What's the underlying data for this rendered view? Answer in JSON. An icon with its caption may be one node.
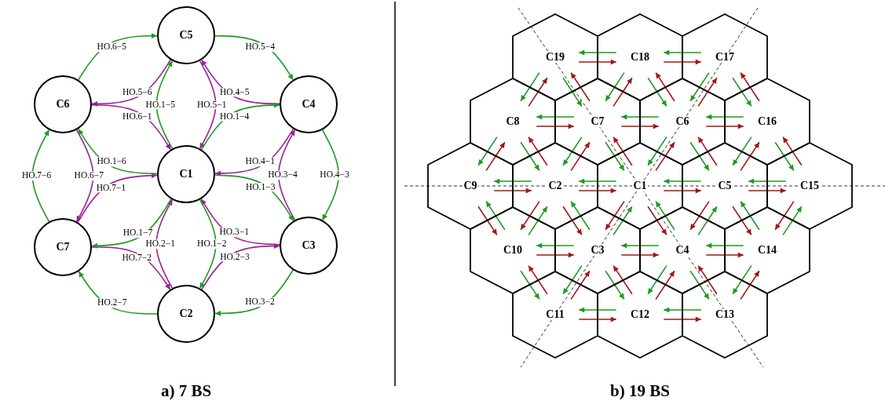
{
  "diagram": {
    "nodes": [
      {
        "text": [
          "C5"
        ]
      },
      {
        "text": [
          "C6"
        ]
      },
      {
        "text": [
          "C4"
        ]
      },
      {
        "text": [
          "C1"
        ]
      },
      {
        "text": [
          "C7"
        ]
      },
      {
        "text": [
          "C3"
        ]
      },
      {
        "text": [
          "C2"
        ]
      },
      {
        "text": [
          "C19"
        ]
      },
      {
        "text": [
          "C18"
        ]
      },
      {
        "text": [
          "C17"
        ]
      },
      {
        "text": [
          "C8"
        ]
      },
      {
        "text": [
          "C7"
        ]
      },
      {
        "text": [
          "C6"
        ]
      },
      {
        "text": [
          "C16"
        ]
      },
      {
        "text": [
          "C9"
        ]
      },
      {
        "text": [
          "C2"
        ]
      },
      {
        "text": [
          "C1"
        ]
      },
      {
        "text": [
          "C5"
        ]
      },
      {
        "text": [
          "C15"
        ]
      },
      {
        "text": [
          "C10"
        ]
      },
      {
        "text": [
          "C3"
        ]
      },
      {
        "text": [
          "C4"
        ]
      },
      {
        "text": [
          "C14"
        ]
      },
      {
        "text": [
          "C11"
        ]
      },
      {
        "text": [
          "C12"
        ]
      },
      {
        "text": [
          "C13"
        ]
      }
    ],
    "edges": [
      {
        "from": 1,
        "to": 0,
        "arrow": "to",
        "label": "HO.6−5",
        "color": "#1f9a1f"
      },
      {
        "from": 0,
        "to": 2,
        "arrow": "to",
        "label": "HO.5−4",
        "color": "#1f9a1f"
      },
      {
        "from": 2,
        "to": 5,
        "arrow": "to",
        "label": "HO.4−3",
        "color": "#1f9a1f"
      },
      {
        "from": 5,
        "to": 6,
        "arrow": "to",
        "label": "HO.3−2",
        "color": "#1f9a1f"
      },
      {
        "from": 6,
        "to": 4,
        "arrow": "to",
        "label": "HO.2−7",
        "color": "#1f9a1f"
      },
      {
        "from": 4,
        "to": 1,
        "arrow": "to",
        "label": "HO.7−6",
        "color": "#1f9a1f"
      },
      {
        "from": 0,
        "to": 1,
        "arrow": "to",
        "label": "HO.5−6",
        "color": "#9b1f9b"
      },
      {
        "from": 2,
        "to": 0,
        "arrow": "to",
        "label": "HO.4−5",
        "color": "#9b1f9b"
      },
      {
        "from": 5,
        "to": 2,
        "arrow": "to",
        "label": "HO.3−4",
        "color": "#9b1f9b"
      },
      {
        "from": 6,
        "to": 5,
        "arrow": "to",
        "label": "HO.2−3",
        "color": "#9b1f9b"
      },
      {
        "from": 4,
        "to": 6,
        "arrow": "to",
        "label": "HO.7−2",
        "color": "#9b1f9b"
      },
      {
        "from": 1,
        "to": 4,
        "arrow": "to",
        "label": "HO.6−7",
        "color": "#9b1f9b"
      },
      {
        "from": 3,
        "to": 0,
        "arrow": "to",
        "label": "HO.1−5",
        "color": "#1f9a1f"
      },
      {
        "from": 0,
        "to": 3,
        "arrow": "to",
        "label": "HO.5−1",
        "color": "#9b1f9b"
      },
      {
        "from": 3,
        "to": 2,
        "arrow": "to",
        "label": "HO.1−4",
        "color": "#1f9a1f"
      },
      {
        "from": 2,
        "to": 3,
        "arrow": "to",
        "label": "HO.4−1",
        "color": "#9b1f9b"
      },
      {
        "from": 3,
        "to": 5,
        "arrow": "to",
        "label": "HO.1−3",
        "color": "#1f9a1f"
      },
      {
        "from": 5,
        "to": 3,
        "arrow": "to",
        "label": "HO.3−1",
        "color": "#9b1f9b"
      },
      {
        "from": 3,
        "to": 6,
        "arrow": "to",
        "label": "HO.1−2",
        "color": "#1f9a1f"
      },
      {
        "from": 6,
        "to": 3,
        "arrow": "to",
        "label": "HO.2−1",
        "color": "#9b1f9b"
      },
      {
        "from": 3,
        "to": 4,
        "arrow": "to",
        "label": "HO.1−7",
        "color": "#1f9a1f"
      },
      {
        "from": 4,
        "to": 3,
        "arrow": "to",
        "label": "HO.7−1",
        "color": "#9b1f9b"
      },
      {
        "from": 3,
        "to": 1,
        "arrow": "to",
        "label": "HO.1−6",
        "color": "#1f9a1f"
      },
      {
        "from": 1,
        "to": 3,
        "arrow": "to",
        "label": "HO.6−1",
        "color": "#9b1f9b"
      },
      {
        "from": 8,
        "to": 7,
        "arrow": "to",
        "color": "#1f9a1f"
      },
      {
        "from": 7,
        "to": 8,
        "arrow": "to",
        "color": "#a01818"
      },
      {
        "from": 9,
        "to": 8,
        "arrow": "to",
        "color": "#1f9a1f"
      },
      {
        "from": 8,
        "to": 9,
        "arrow": "to",
        "color": "#a01818"
      },
      {
        "from": 11,
        "to": 10,
        "arrow": "to",
        "color": "#1f9a1f"
      },
      {
        "from": 10,
        "to": 11,
        "arrow": "to",
        "color": "#a01818"
      },
      {
        "from": 12,
        "to": 11,
        "arrow": "to",
        "color": "#1f9a1f"
      },
      {
        "from": 11,
        "to": 12,
        "arrow": "to",
        "color": "#a01818"
      },
      {
        "from": 13,
        "to": 12,
        "arrow": "to",
        "color": "#1f9a1f"
      },
      {
        "from": 12,
        "to": 13,
        "arrow": "to",
        "color": "#a01818"
      },
      {
        "from": 15,
        "to": 14,
        "arrow": "to",
        "color": "#1f9a1f"
      },
      {
        "from": 14,
        "to": 15,
        "arrow": "to",
        "color": "#a01818"
      },
      {
        "from": 16,
        "to": 15,
        "arrow": "to",
        "color": "#1f9a1f"
      },
      {
        "from": 15,
        "to": 16,
        "arrow": "to",
        "color": "#a01818"
      },
      {
        "from": 17,
        "to": 16,
        "arrow": "to",
        "color": "#1f9a1f"
      },
      {
        "from": 16,
        "to": 17,
        "arrow": "to",
        "color": "#a01818"
      },
      {
        "from": 18,
        "to": 17,
        "arrow": "to",
        "color": "#1f9a1f"
      },
      {
        "from": 17,
        "to": 18,
        "arrow": "to",
        "color": "#a01818"
      },
      {
        "from": 20,
        "to": 19,
        "arrow": "to",
        "color": "#1f9a1f"
      },
      {
        "from": 19,
        "to": 20,
        "arrow": "to",
        "color": "#a01818"
      },
      {
        "from": 21,
        "to": 20,
        "arrow": "to",
        "color": "#1f9a1f"
      },
      {
        "from": 20,
        "to": 21,
        "arrow": "to",
        "color": "#a01818"
      },
      {
        "from": 22,
        "to": 21,
        "arrow": "to",
        "color": "#1f9a1f"
      },
      {
        "from": 21,
        "to": 22,
        "arrow": "to",
        "color": "#a01818"
      },
      {
        "from": 24,
        "to": 23,
        "arrow": "to",
        "color": "#1f9a1f"
      },
      {
        "from": 23,
        "to": 24,
        "arrow": "to",
        "color": "#a01818"
      },
      {
        "from": 25,
        "to": 24,
        "arrow": "to",
        "color": "#1f9a1f"
      },
      {
        "from": 24,
        "to": 25,
        "arrow": "to",
        "color": "#a01818"
      },
      {
        "from": 7,
        "to": 10,
        "arrow": "to",
        "color": "#1f9a1f"
      },
      {
        "from": 10,
        "to": 7,
        "arrow": "to",
        "color": "#a01818"
      },
      {
        "from": 7,
        "to": 11,
        "arrow": "to",
        "color": "#1f9a1f"
      },
      {
        "from": 11,
        "to": 7,
        "arrow": "to",
        "color": "#a01818"
      },
      {
        "from": 8,
        "to": 11,
        "arrow": "to",
        "color": "#1f9a1f"
      },
      {
        "from": 11,
        "to": 8,
        "arrow": "to",
        "color": "#a01818"
      },
      {
        "from": 8,
        "to": 12,
        "arrow": "to",
        "color": "#1f9a1f"
      },
      {
        "from": 12,
        "to": 8,
        "arrow": "to",
        "color": "#a01818"
      },
      {
        "from": 9,
        "to": 12,
        "arrow": "to",
        "color": "#1f9a1f"
      },
      {
        "from": 12,
        "to": 9,
        "arrow": "to",
        "color": "#a01818"
      },
      {
        "from": 9,
        "to": 13,
        "arrow": "to",
        "color": "#1f9a1f"
      },
      {
        "from": 13,
        "to": 9,
        "arrow": "to",
        "color": "#a01818"
      },
      {
        "from": 10,
        "to": 14,
        "arrow": "to",
        "color": "#1f9a1f"
      },
      {
        "from": 14,
        "to": 10,
        "arrow": "to",
        "color": "#a01818"
      },
      {
        "from": 10,
        "to": 15,
        "arrow": "to",
        "color": "#1f9a1f"
      },
      {
        "from": 15,
        "to": 10,
        "arrow": "to",
        "color": "#a01818"
      },
      {
        "from": 11,
        "to": 15,
        "arrow": "to",
        "color": "#1f9a1f"
      },
      {
        "from": 15,
        "to": 11,
        "arrow": "to",
        "color": "#a01818"
      },
      {
        "from": 11,
        "to": 16,
        "arrow": "to",
        "color": "#1f9a1f"
      },
      {
        "from": 16,
        "to": 11,
        "arrow": "to",
        "color": "#a01818"
      },
      {
        "from": 12,
        "to": 16,
        "arrow": "to",
        "color": "#1f9a1f"
      },
      {
        "from": 16,
        "to": 12,
        "arrow": "to",
        "color": "#a01818"
      },
      {
        "from": 12,
        "to": 17,
        "arrow": "to",
        "color": "#1f9a1f"
      },
      {
        "from": 17,
        "to": 12,
        "arrow": "to",
        "color": "#a01818"
      },
      {
        "from": 13,
        "to": 17,
        "arrow": "to",
        "color": "#1f9a1f"
      },
      {
        "from": 17,
        "to": 13,
        "arrow": "to",
        "color": "#a01818"
      },
      {
        "from": 13,
        "to": 18,
        "arrow": "to",
        "color": "#1f9a1f"
      },
      {
        "from": 18,
        "to": 13,
        "arrow": "to",
        "color": "#a01818"
      },
      {
        "from": 19,
        "to": 14,
        "arrow": "to",
        "color": "#1f9a1f"
      },
      {
        "from": 14,
        "to": 19,
        "arrow": "to",
        "color": "#a01818"
      },
      {
        "from": 19,
        "to": 15,
        "arrow": "to",
        "color": "#1f9a1f"
      },
      {
        "from": 15,
        "to": 19,
        "arrow": "to",
        "color": "#a01818"
      },
      {
        "from": 20,
        "to": 15,
        "arrow": "to",
        "color": "#1f9a1f"
      },
      {
        "from": 15,
        "to": 20,
        "arrow": "to",
        "color": "#a01818"
      },
      {
        "from": 20,
        "to": 16,
        "arrow": "to",
        "color": "#1f9a1f"
      },
      {
        "from": 16,
        "to": 20,
        "arrow": "to",
        "color": "#a01818"
      },
      {
        "from": 21,
        "to": 16,
        "arrow": "to",
        "color": "#1f9a1f"
      },
      {
        "from": 16,
        "to": 21,
        "arrow": "to",
        "color": "#a01818"
      },
      {
        "from": 21,
        "to": 17,
        "arrow": "to",
        "color": "#1f9a1f"
      },
      {
        "from": 17,
        "to": 21,
        "arrow": "to",
        "color": "#a01818"
      },
      {
        "from": 22,
        "to": 17,
        "arrow": "to",
        "color": "#1f9a1f"
      },
      {
        "from": 17,
        "to": 22,
        "arrow": "to",
        "color": "#a01818"
      },
      {
        "from": 22,
        "to": 18,
        "arrow": "to",
        "color": "#1f9a1f"
      },
      {
        "from": 18,
        "to": 22,
        "arrow": "to",
        "color": "#a01818"
      },
      {
        "from": 19,
        "to": 23,
        "arrow": "to",
        "color": "#1f9a1f"
      },
      {
        "from": 23,
        "to": 19,
        "arrow": "to",
        "color": "#a01818"
      },
      {
        "from": 20,
        "to": 23,
        "arrow": "to",
        "color": "#1f9a1f"
      },
      {
        "from": 23,
        "to": 20,
        "arrow": "to",
        "color": "#a01818"
      },
      {
        "from": 20,
        "to": 24,
        "arrow": "to",
        "color": "#1f9a1f"
      },
      {
        "from": 24,
        "to": 20,
        "arrow": "to",
        "color": "#a01818"
      },
      {
        "from": 21,
        "to": 24,
        "arrow": "to",
        "color": "#1f9a1f"
      },
      {
        "from": 24,
        "to": 21,
        "arrow": "to",
        "color": "#a01818"
      },
      {
        "from": 21,
        "to": 25,
        "arrow": "to",
        "color": "#1f9a1f"
      },
      {
        "from": 25,
        "to": 21,
        "arrow": "to",
        "color": "#a01818"
      },
      {
        "from": 22,
        "to": 25,
        "arrow": "to",
        "color": "#1f9a1f"
      },
      {
        "from": 25,
        "to": 22,
        "arrow": "to",
        "color": "#a01818"
      }
    ],
    "labels": [
      "a) 7 BS",
      "b) 19 BS"
    ]
  }
}
